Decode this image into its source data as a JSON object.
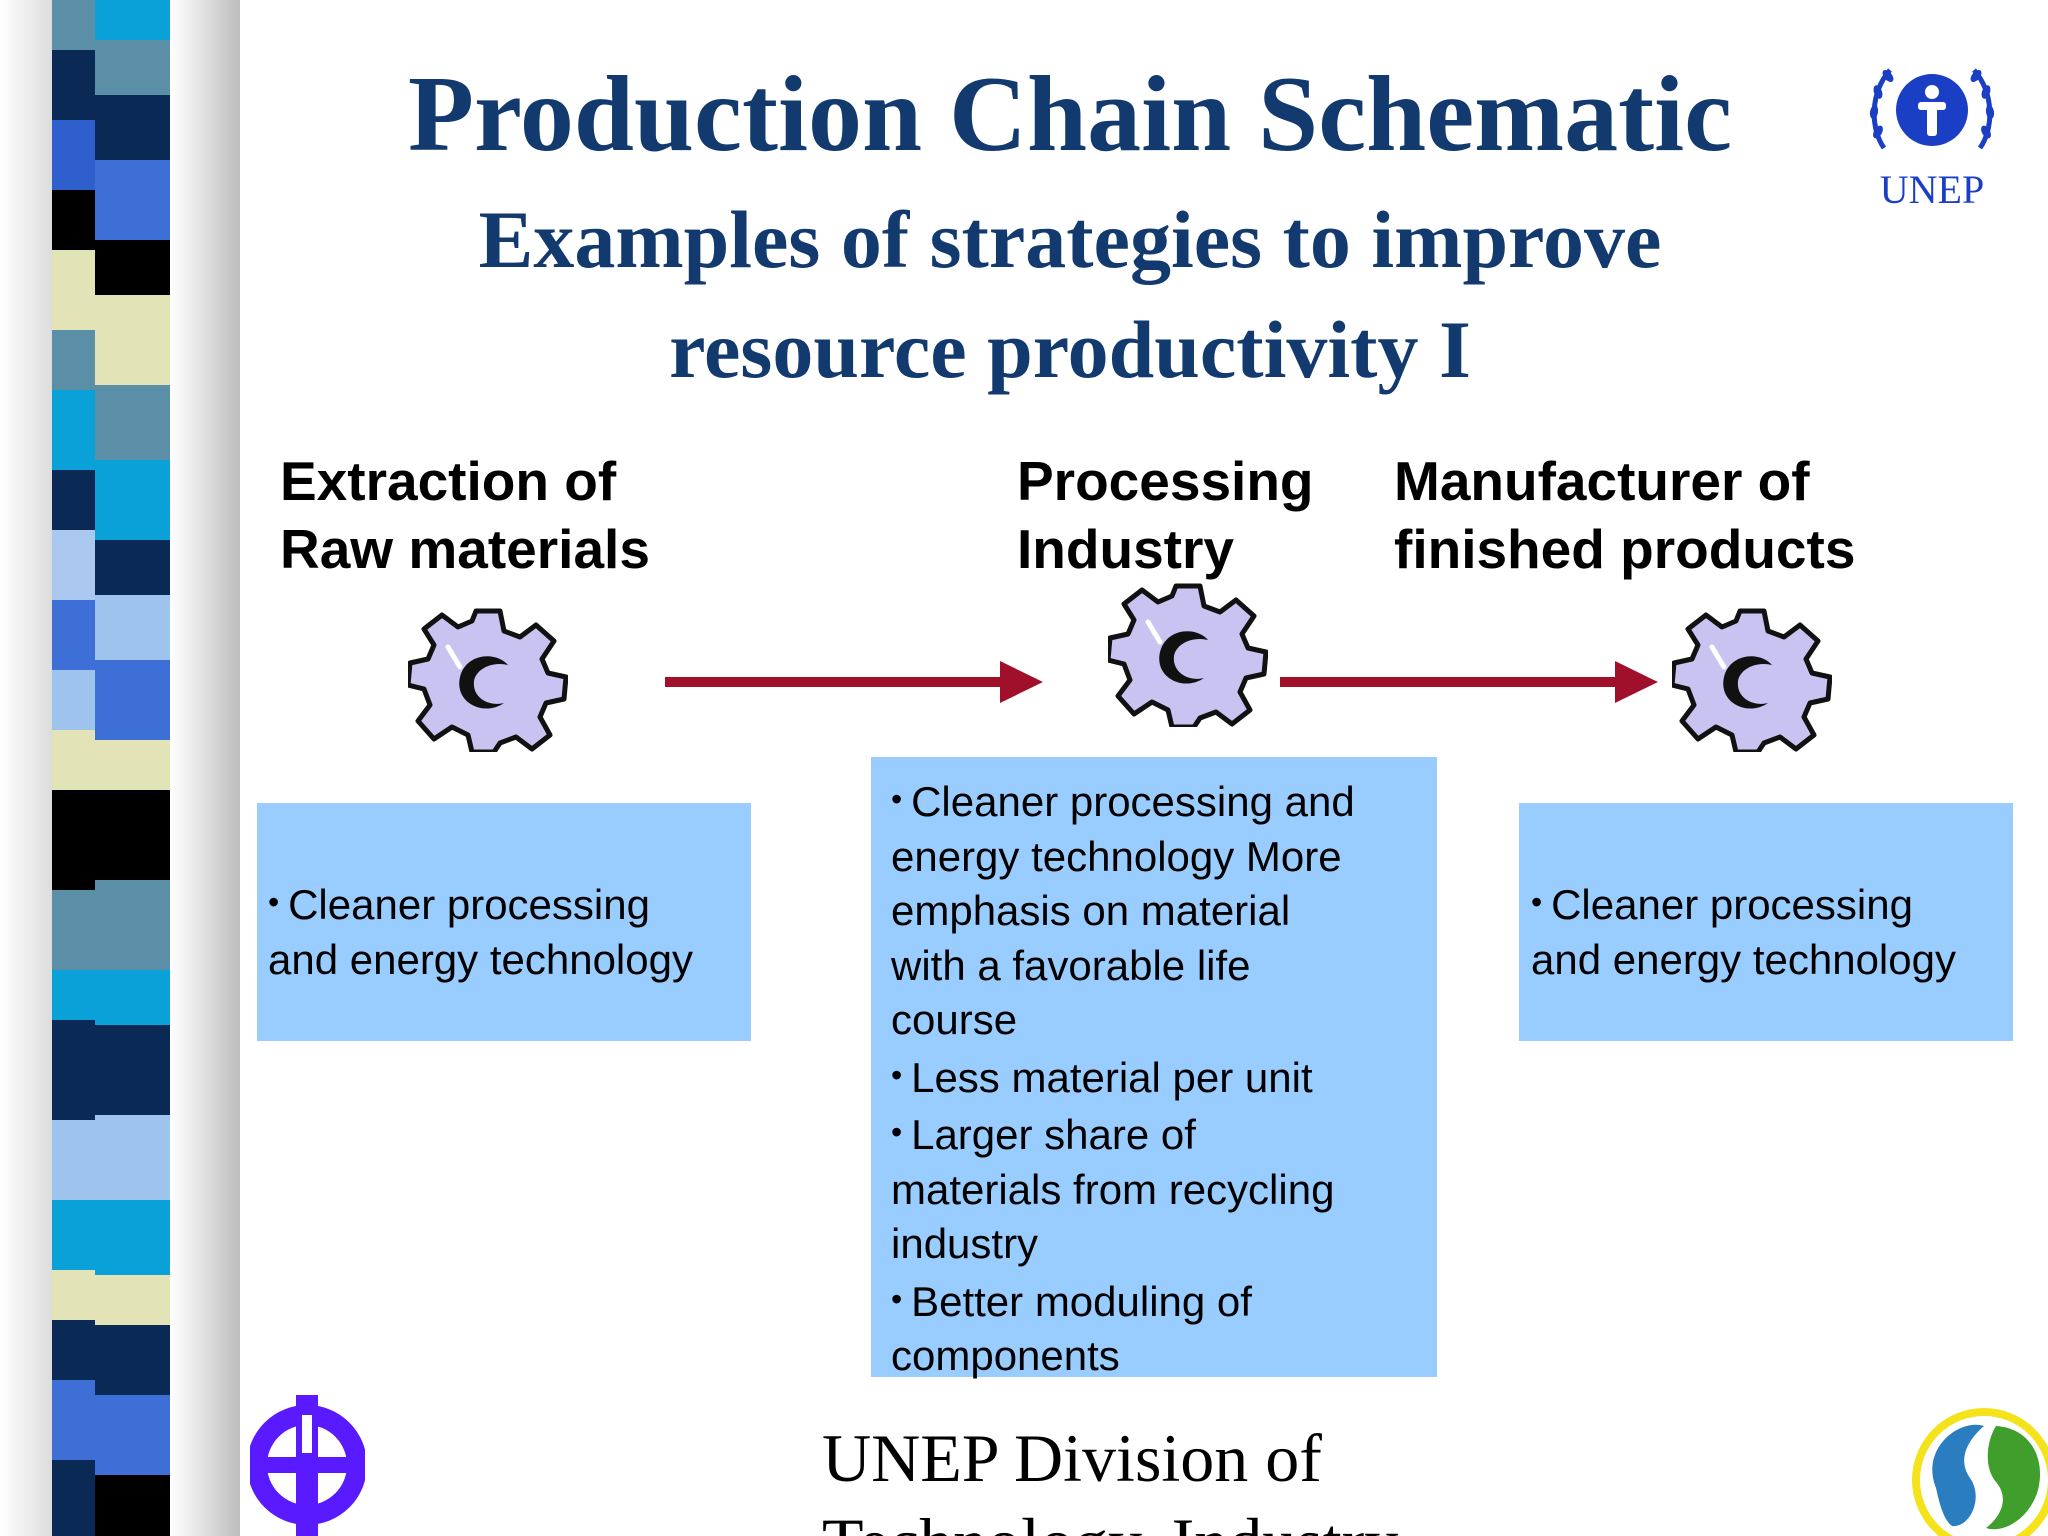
{
  "title": "Production Chain Schematic",
  "subtitle_line1": "Examples of strategies to improve",
  "subtitle_line2": "resource productivity I",
  "stages": [
    {
      "line1": "Extraction of",
      "line2": "Raw materials"
    },
    {
      "line1": "Processing",
      "line2": "Industry"
    },
    {
      "line1": "Manufacturer of",
      "line2": "finished products"
    }
  ],
  "box_left": {
    "lines": [
      "Cleaner processing",
      "and energy technology"
    ]
  },
  "box_middle": {
    "lines": [
      {
        "text": "Cleaner processing and",
        "bullet": true
      },
      {
        "text": "energy technology More",
        "bullet": false
      },
      {
        "text": "emphasis on  material",
        "bullet": false
      },
      {
        "text": "with a  favorable life",
        "bullet": false
      },
      {
        "text": "course",
        "bullet": false
      },
      {
        "text": "Less material per unit",
        "bullet": true
      },
      {
        "text": "Larger share of",
        "bullet": true
      },
      {
        "text": "materials from recycling",
        "bullet": false
      },
      {
        "text": "industry",
        "bullet": false
      },
      {
        "text": "Better moduling of",
        "bullet": true
      },
      {
        "text": "components",
        "bullet": false
      }
    ]
  },
  "box_right": {
    "lines": [
      "Cleaner processing",
      "and energy technology"
    ]
  },
  "footer_line1": "UNEP Division of",
  "footer_line2": "Technology, Industry",
  "unep_logo_text": "UNEP",
  "colors": {
    "title": "#123a6e",
    "box": "#99ccff",
    "arrow": "#a0102a",
    "gear": "#c9c3f2",
    "unep_blue": "#1a3fc4",
    "logo_purple": "#5a1aff"
  },
  "icons": [
    "gear-icon",
    "arrow-right-icon",
    "unep-logo",
    "purple-circle-logo",
    "globe-logo"
  ]
}
